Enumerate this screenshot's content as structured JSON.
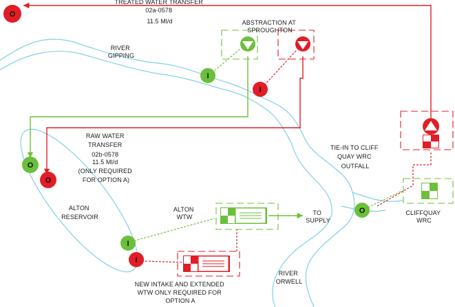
{
  "colors": {
    "green": "#6cbf3a",
    "red": "#e11d26",
    "river": "#7fd0e6",
    "reservoir": "#7fd0e6",
    "text": "#1a1a1a"
  },
  "icons": {
    "outlet": "outlet-node-icon",
    "inlet": "intake-node-icon",
    "pump": "pump-triangle-icon",
    "treatment": "treatment-works-icon"
  },
  "labels": {
    "treated_transfer": [
      "TREATED WATER TRANSFER",
      "02a-0578",
      "11.5 Ml/d"
    ],
    "abstraction": [
      "ABSTRACTION AT",
      "SPROUGHTON"
    ],
    "river_gipping": [
      "RIVER",
      "GIPPING"
    ],
    "raw_transfer": [
      "RAW WATER",
      "TRANSFER",
      "02b-0578",
      "11.5 Ml/d",
      "(ONLY REQUIRED",
      "FOR OPTION A)"
    ],
    "alton_reservoir": [
      "ALTON",
      "RESERVOIR"
    ],
    "alton_wtw": [
      "ALTON",
      "WTW"
    ],
    "to_supply": [
      "TO",
      "SUPPLY"
    ],
    "tie_in": [
      "TIE-IN TO CLIFF",
      "QUAY WRC",
      "OUTFALL"
    ],
    "cliffquay": [
      "CLIFFQUAY",
      "WRC"
    ],
    "river_orwell": [
      "RIVER",
      "ORWELL"
    ],
    "new_intake": [
      "NEW INTAKE AND EXTENDED",
      "WTW ONLY REQUIRED FOR",
      "OPTION A"
    ]
  },
  "nodes": {
    "outlet_letter": "O",
    "inlet_letter": "I"
  }
}
